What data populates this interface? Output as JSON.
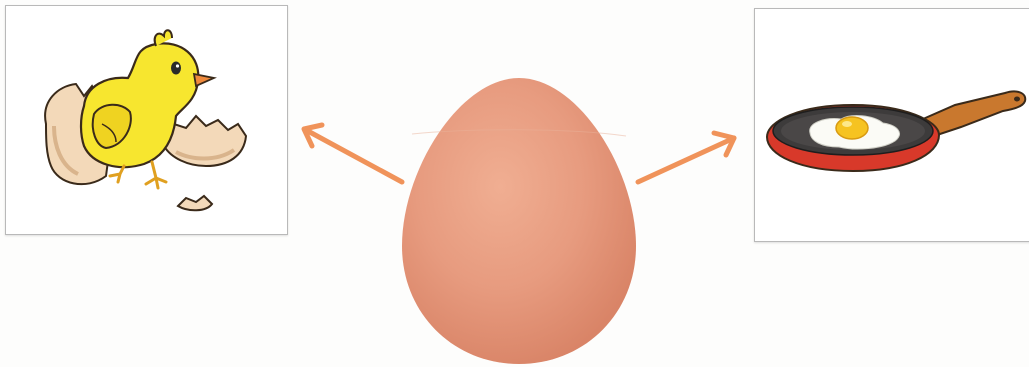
{
  "panels": [
    {
      "id": "left",
      "picture": "chick-hatching-from-eggshell-illustration"
    },
    {
      "id": "right",
      "picture": "fried-egg-in-frying-pan-illustration"
    }
  ],
  "center": {
    "picture": "brown-egg-photo"
  },
  "arrows": [
    {
      "direction": "left",
      "target": "chick-hatching-from-eggshell-illustration"
    },
    {
      "direction": "right",
      "target": "fried-egg-in-frying-pan-illustration"
    }
  ],
  "colors": {
    "arrow": "#f0935a",
    "egg": "#e79b7f",
    "chick": "#f7e62f",
    "pan": "#d8392a",
    "handle": "#c9782e",
    "panel_border": "#b9b9b9"
  }
}
